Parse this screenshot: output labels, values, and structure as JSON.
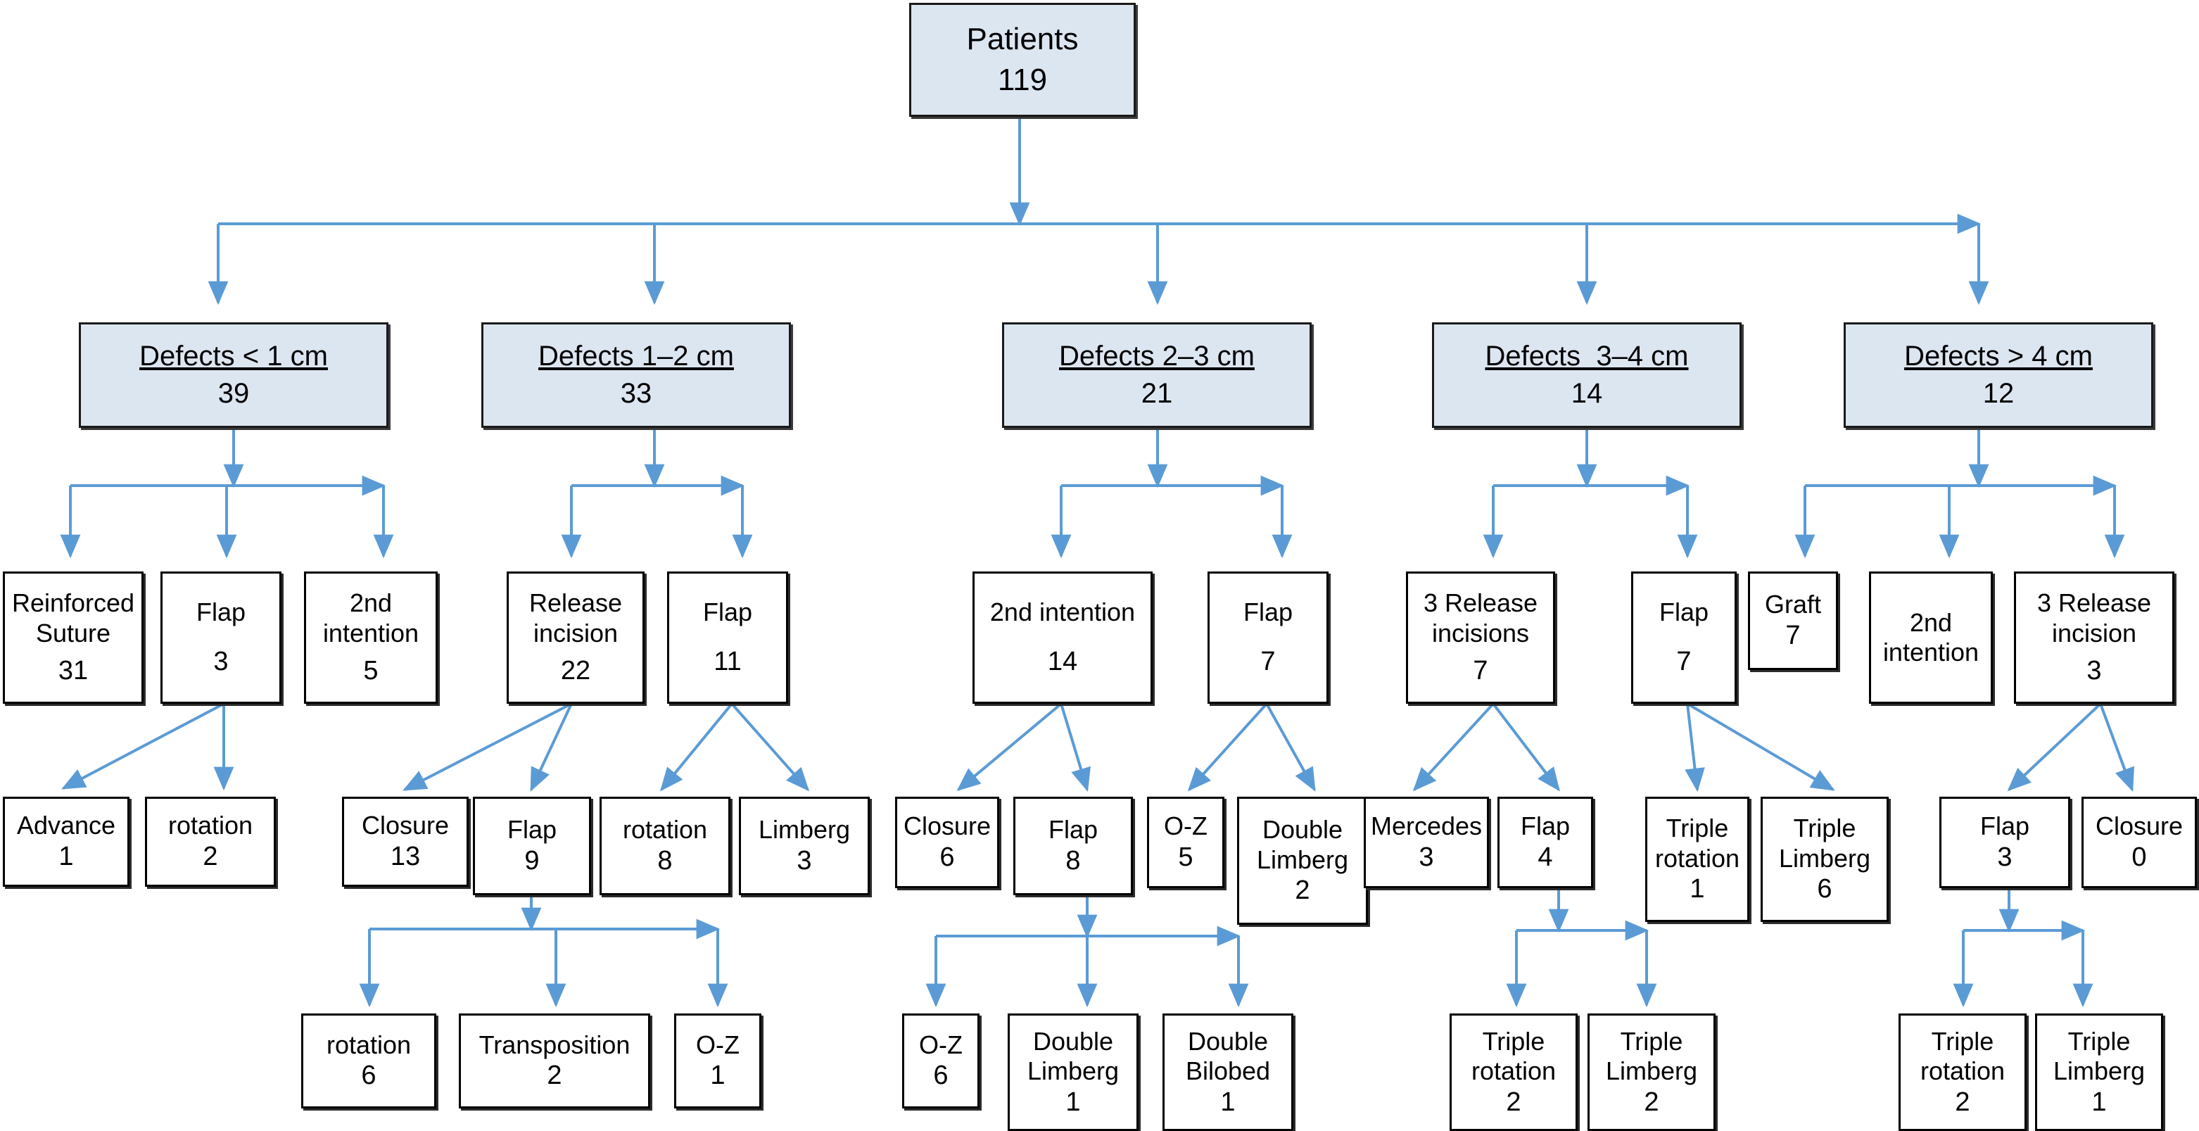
{
  "diagram": {
    "title": "Patients treatment flowchart by defect size",
    "accent_connector_color": "#5b9bd5",
    "node_fill_level0": "#dce6f1",
    "node_fill_default": "#ffffff",
    "node_border_color": "#000000"
  },
  "nodes": {
    "root": {
      "label": "Patients",
      "value": "119"
    },
    "d1": {
      "label": "Defects < 1 cm",
      "value": "39"
    },
    "d2": {
      "label": "Defects 1–2 cm",
      "value": "33"
    },
    "d3": {
      "label": "Defects 2–3 cm",
      "value": "21"
    },
    "d4": {
      "label": "Defects  3–4 cm",
      "value": "14"
    },
    "d5": {
      "label": "Defects > 4 cm",
      "value": "12"
    },
    "a1": {
      "label": "Reinforced\nSuture",
      "value": "31"
    },
    "a2": {
      "label": "Flap",
      "value": "3"
    },
    "a3": {
      "label": "2nd\nintention",
      "value": "5"
    },
    "a4": {
      "label": "Advance",
      "value": "1"
    },
    "a5": {
      "label": "rotation",
      "value": "2"
    },
    "b1": {
      "label": "Release\nincision",
      "value": "22"
    },
    "b2": {
      "label": "Flap",
      "value": "11"
    },
    "b3": {
      "label": "Closure",
      "value": "13"
    },
    "b4": {
      "label": "Flap",
      "value": "9"
    },
    "b5": {
      "label": "rotation",
      "value": "8"
    },
    "b6": {
      "label": "Limberg",
      "value": "3"
    },
    "b7": {
      "label": "rotation",
      "value": "6"
    },
    "b8": {
      "label": "Transposition",
      "value": "2"
    },
    "b9": {
      "label": "O-Z",
      "value": "1"
    },
    "c1": {
      "label": "2nd intention",
      "value": "14"
    },
    "c2": {
      "label": "Flap",
      "value": "7"
    },
    "c3": {
      "label": "Closure",
      "value": "6"
    },
    "c4": {
      "label": "Flap",
      "value": "8"
    },
    "c5": {
      "label": "O-Z",
      "value": "5"
    },
    "c6": {
      "label": "Double\nLimberg",
      "value": "2"
    },
    "c7": {
      "label": "O-Z",
      "value": "6"
    },
    "c8": {
      "label": "Double\nLimberg",
      "value": "1"
    },
    "c9": {
      "label": "Double\nBilobed",
      "value": "1"
    },
    "e1": {
      "label": "3 Release\nincisions",
      "value": "7"
    },
    "e2": {
      "label": "Flap",
      "value": "7"
    },
    "e3": {
      "label": "Mercedes",
      "value": "3"
    },
    "e4": {
      "label": "Flap",
      "value": "4"
    },
    "e5": {
      "label": "Triple\nrotation",
      "value": "1"
    },
    "e6": {
      "label": "Triple\nLimberg",
      "value": "6"
    },
    "e7": {
      "label": "Triple\nrotation",
      "value": "2"
    },
    "e8": {
      "label": "Triple\nLimberg",
      "value": "2"
    },
    "f1": {
      "label": "Graft",
      "value": "7"
    },
    "f2": {
      "label": "2nd\nintention",
      "value": ""
    },
    "f3": {
      "label": "3 Release\nincision",
      "value": "3"
    },
    "f4": {
      "label": "Flap",
      "value": "3"
    },
    "f5": {
      "label": "Closure",
      "value": "0"
    },
    "f6": {
      "label": "Triple\nrotation",
      "value": "2"
    },
    "f7": {
      "label": "Triple\nLimberg",
      "value": "1"
    }
  }
}
